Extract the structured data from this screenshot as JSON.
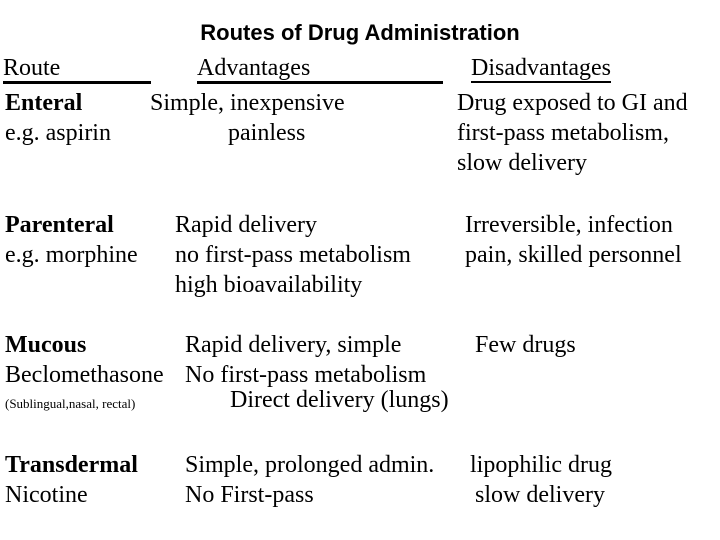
{
  "slide": {
    "title": "Routes of Drug Administration",
    "background_color": "#ffffff",
    "text_color": "#000000",
    "headers": {
      "route": "Route",
      "advantages": "Advantages",
      "disadvantages": "Disadvantages"
    },
    "rows": [
      {
        "name": "Enteral",
        "example": "e.g. aspirin",
        "advantages": [
          "Simple, inexpensive",
          "painless"
        ],
        "disadvantages": [
          "Drug exposed to GI and",
          "first-pass metabolism,",
          "slow delivery"
        ]
      },
      {
        "name": "Parenteral",
        "example": "e.g. morphine",
        "advantages": [
          "Rapid delivery",
          "no first-pass metabolism",
          "high bioavailability"
        ],
        "disadvantages": [
          "Irreversible, infection",
          "pain, skilled personnel"
        ]
      },
      {
        "name": "Mucous",
        "example": "Beclomethasone",
        "note": "(Sublingual,nasal, rectal)",
        "advantages": [
          "Rapid delivery, simple",
          "No first-pass metabolism",
          "Direct delivery (lungs)"
        ],
        "disadvantages": [
          "Few drugs"
        ]
      },
      {
        "name": "Transdermal",
        "example": "Nicotine",
        "advantages": [
          "Simple, prolonged admin.",
          "No First-pass"
        ],
        "disadvantages": [
          "lipophilic drug",
          "slow delivery"
        ]
      }
    ]
  }
}
